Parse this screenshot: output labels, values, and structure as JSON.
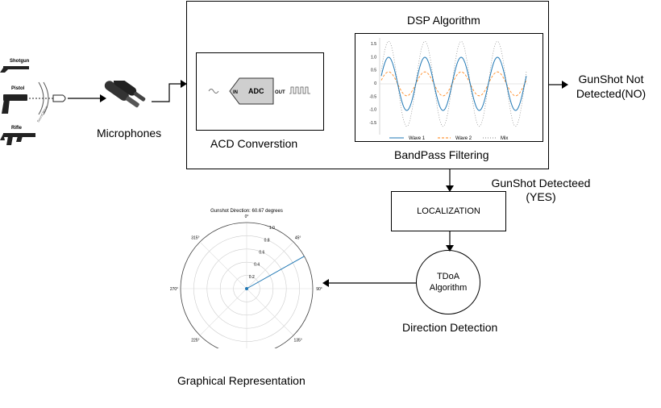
{
  "weapons": {
    "shotgun": "Shotgun",
    "pistol": "Pistol",
    "rifle": "Rifle",
    "wave_text": "Sound Wave"
  },
  "microphones_label": "Microphones",
  "dsp": {
    "title": "DSP Algorithm",
    "adc_label": "ADC",
    "adc_in": "IN",
    "adc_out": "OUT",
    "adc_caption": "ACD Converstion",
    "bandpass_caption": "BandPass Filtering",
    "plot": {
      "yticks": [
        "1.5",
        "1.0",
        "0.5",
        "0",
        "-0.5",
        "-1.0",
        "-1.5"
      ],
      "legend": [
        "Wave 1",
        "Wave 2",
        "Mix"
      ]
    }
  },
  "not_detected": {
    "line1": "GunShot Not",
    "line2": "Detected(NO)"
  },
  "detected": {
    "line1": "GunShot Detecteed",
    "line2": "(YES)"
  },
  "localization_label": "LOCALIZATION",
  "tdoa": {
    "line1": "TDoA",
    "line2": "Algorithm"
  },
  "direction_detection_label": "Direction Detection",
  "polar": {
    "title": "Gunshot Direction: 60.67 degrees",
    "direction_deg": 60.67,
    "angle_labels": [
      "0°",
      "45°",
      "90°",
      "135°",
      "225°",
      "270°",
      "315°"
    ],
    "radial_labels": [
      "0.2",
      "0.4",
      "0.6",
      "0.8",
      "1.0"
    ]
  },
  "graphical_label": "Graphical Representation",
  "colors": {
    "wave1": "#1f77b4",
    "wave2": "#ff7f0e",
    "mix": "#888888"
  }
}
